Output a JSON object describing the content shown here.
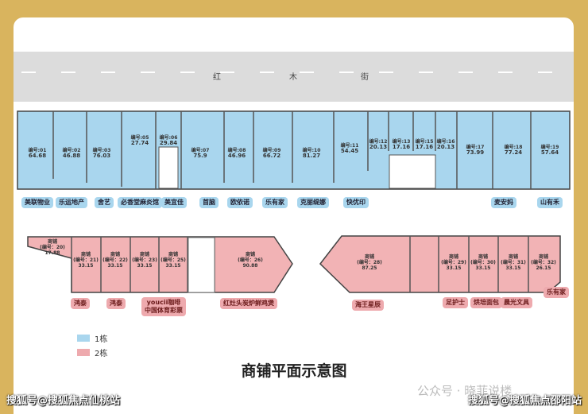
{
  "street": [
    "红",
    "木",
    "街"
  ],
  "building1": {
    "units": [
      {
        "no": "编号:01",
        "area": "64.68"
      },
      {
        "no": "编号:02",
        "area": "46.88"
      },
      {
        "no": "编号:03",
        "area": "76.03"
      },
      {
        "no": "编号:05",
        "area": "27.74"
      },
      {
        "no": "编号:06",
        "area": "29.84"
      },
      {
        "no": "编号:07",
        "area": "75.9"
      },
      {
        "no": "编号:08",
        "area": "46.96"
      },
      {
        "no": "编号:09",
        "area": "66.72"
      },
      {
        "no": "编号:10",
        "area": "81.27"
      },
      {
        "no": "编号:11",
        "area": "54.45"
      },
      {
        "no": "编号:12",
        "area": "20.13"
      },
      {
        "no": "编号:13",
        "area": "17.16"
      },
      {
        "no": "编号:15",
        "area": "17.16"
      },
      {
        "no": "编号:16",
        "area": "20.13"
      },
      {
        "no": "编号:17",
        "area": "73.99"
      },
      {
        "no": "编号:18",
        "area": "77.24"
      },
      {
        "no": "编号:19",
        "area": "57.64"
      }
    ],
    "tenants": [
      "美联物业",
      "乐运地产",
      "舍艺",
      "必香堂麻炎馆",
      "美宜佳",
      "首脑",
      "欧依诺",
      "乐有家",
      "克丽缇娜",
      "快优印",
      "麦安妈",
      "山有禾"
    ]
  },
  "building2": {
    "units": [
      {
        "name": "商铺",
        "no": "(编号：20)",
        "area": "17.88"
      },
      {
        "name": "商铺",
        "no": "(编号：21)",
        "area": "33.15"
      },
      {
        "name": "商铺",
        "no": "(编号：22)",
        "area": "33.15"
      },
      {
        "name": "商铺",
        "no": "(编号：23)",
        "area": "33.15"
      },
      {
        "name": "商铺",
        "no": "(编号：25)",
        "area": "33.15"
      },
      {
        "name": "商铺",
        "no": "(编号：26)",
        "area": "90.88"
      },
      {
        "name": "商铺",
        "no": "(编号：28)",
        "area": "87.25"
      },
      {
        "name": "商铺",
        "no": "(编号：29)",
        "area": "33.15"
      },
      {
        "name": "商铺",
        "no": "(编号：30)",
        "area": "33.15"
      },
      {
        "name": "商铺",
        "no": "(编号：31)",
        "area": "33.15"
      },
      {
        "name": "商铺",
        "no": "(编号：32)",
        "area": "26.15"
      }
    ],
    "tenants": [
      "鸿泰",
      "鸿泰",
      "youcii咖啡",
      "中国体育彩票",
      "红灶头炭炉鲜鸡煲",
      "海王星辰",
      "足护士",
      "烘培面包",
      "晨光文具",
      "乐有家"
    ]
  },
  "legend": [
    {
      "label": "1栋",
      "color": "#a9d6ee"
    },
    {
      "label": "2栋",
      "color": "#eeaaae"
    }
  ],
  "title": "商铺平面示意图",
  "watermark": "公众号 · 晓菲说楼",
  "sohu_left": "搜狐号@搜狐焦点仙桃站",
  "sohu_right": "搜狐号@搜狐焦点邵阳站"
}
